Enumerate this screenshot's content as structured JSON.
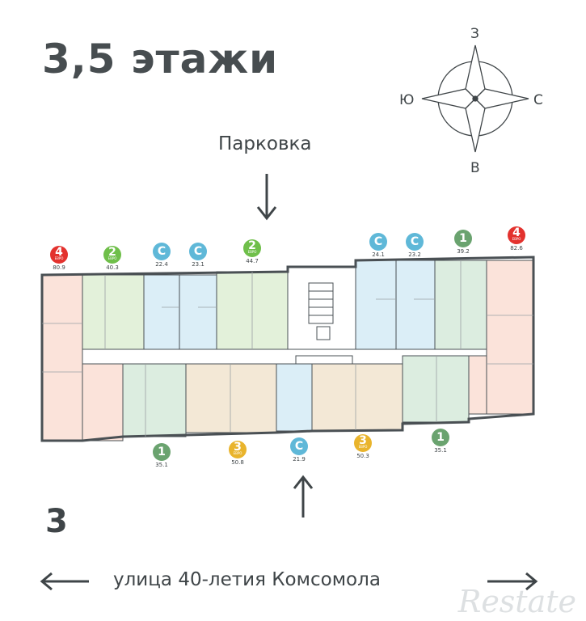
{
  "title": "3,5 этажи",
  "parking_label": "Парковка",
  "floor_number": "3",
  "street_label": "улица 40-летия Комсомола",
  "watermark": "Restate",
  "compass": {
    "north": "З",
    "south": "В",
    "west": "Ю",
    "east": "С"
  },
  "colors": {
    "studio": "#5fb8d8",
    "one_room": "#6aa36f",
    "two_room": "#6fbf4a",
    "three_room": "#e9b42c",
    "four_room": "#e3322e",
    "studio_fill": "#dbeef7",
    "one_fill": "#dcede0",
    "two_fill": "#e3f1da",
    "three_fill": "#f3e8d6",
    "four_fill": "#fbe3da"
  },
  "apartments_top": [
    {
      "rooms": "4",
      "euro": "ЕВРО",
      "area": "80.9",
      "type": "four_room"
    },
    {
      "rooms": "2",
      "euro": "ЕВРО",
      "area": "40.3",
      "type": "two_room"
    },
    {
      "rooms": "С",
      "euro": "",
      "area": "22.4",
      "type": "studio"
    },
    {
      "rooms": "С",
      "euro": "",
      "area": "23.1",
      "type": "studio"
    },
    {
      "rooms": "2",
      "euro": "ЕВРО",
      "area": "44.7",
      "type": "two_room"
    },
    {
      "rooms": "С",
      "euro": "",
      "area": "24.1",
      "type": "studio"
    },
    {
      "rooms": "С",
      "euro": "",
      "area": "23.2",
      "type": "studio"
    },
    {
      "rooms": "1",
      "euro": "",
      "area": "39.2",
      "type": "one_room"
    },
    {
      "rooms": "4",
      "euro": "ЕВРО",
      "area": "82.6",
      "type": "four_room"
    }
  ],
  "apartments_bottom": [
    {
      "rooms": "1",
      "euro": "",
      "area": "35.1",
      "type": "one_room"
    },
    {
      "rooms": "3",
      "euro": "ЕВРО",
      "area": "50.8",
      "type": "three_room"
    },
    {
      "rooms": "С",
      "euro": "",
      "area": "21.9",
      "type": "studio"
    },
    {
      "rooms": "3",
      "euro": "ЕВРО",
      "area": "50.3",
      "type": "three_room"
    },
    {
      "rooms": "1",
      "euro": "",
      "area": "35.1",
      "type": "one_room"
    }
  ]
}
